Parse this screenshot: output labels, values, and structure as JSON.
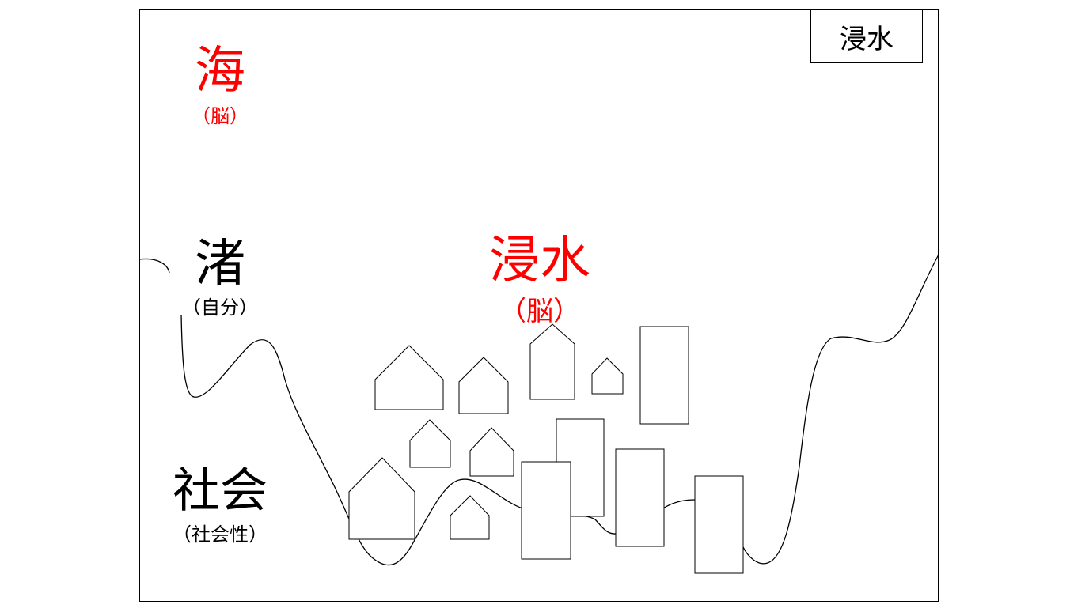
{
  "tag_label": "浸水",
  "labels": {
    "sea": {
      "main": "海",
      "sub": "（脳）"
    },
    "shore": {
      "main": "渚",
      "sub": "（自分）"
    },
    "flood": {
      "main": "浸水",
      "sub": "（脳）"
    },
    "society": {
      "main": "社会",
      "sub": "（社会性）"
    }
  },
  "colors": {
    "accent": "#ff0000",
    "line": "#000000"
  }
}
